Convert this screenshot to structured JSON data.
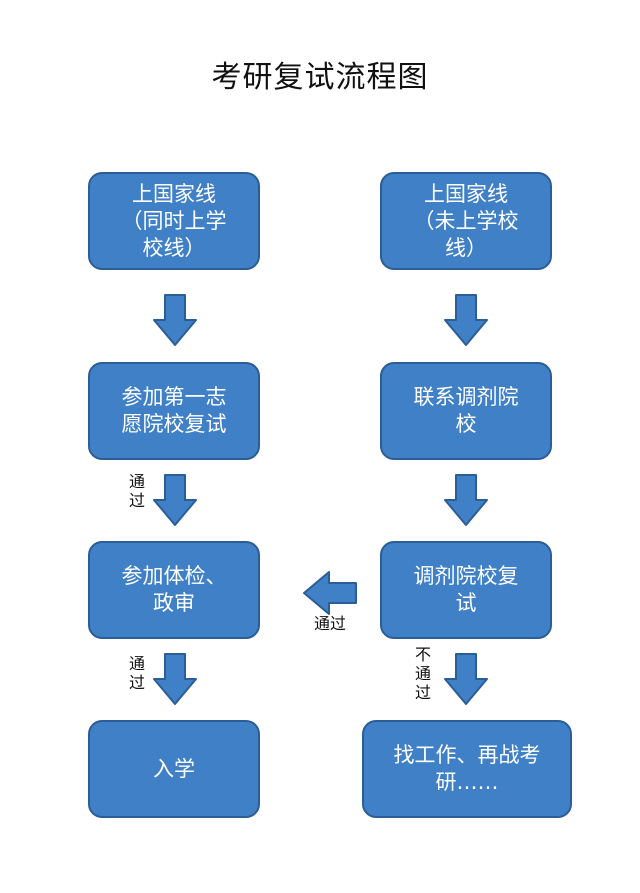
{
  "title": "考研复试流程图",
  "colors": {
    "box_fill": "#3f80c6",
    "box_border": "#2b5e97",
    "text": "#ffffff"
  },
  "nodes": {
    "left_national_line_line1": "上国家线",
    "left_national_line_line2": "（同时上学",
    "left_national_line_line3": "校线）",
    "first_choice_retest_line1": "参加第一志",
    "first_choice_retest_line2": "愿院校复试",
    "physical_political_line1": "参加体检、",
    "physical_political_line2": "政审",
    "enrollment": "入学",
    "right_national_line_line1": "上国家线",
    "right_national_line_line2": "（未上学校",
    "right_national_line_line3": "线）",
    "contact_adjust_line1": "联系调剂院",
    "contact_adjust_line2": "校",
    "adjust_retest_line1": "调剂院校复",
    "adjust_retest_line2": "试",
    "find_job_line1": "找工作、再战考",
    "find_job_line2": "研……"
  },
  "labels": {
    "pass_1_line1": "通",
    "pass_1_line2": "过",
    "pass_2_line1": "通",
    "pass_2_line2": "过",
    "pass_horizontal": "通过",
    "fail_line1": "不",
    "fail_line2": "通",
    "fail_line3": "过"
  }
}
